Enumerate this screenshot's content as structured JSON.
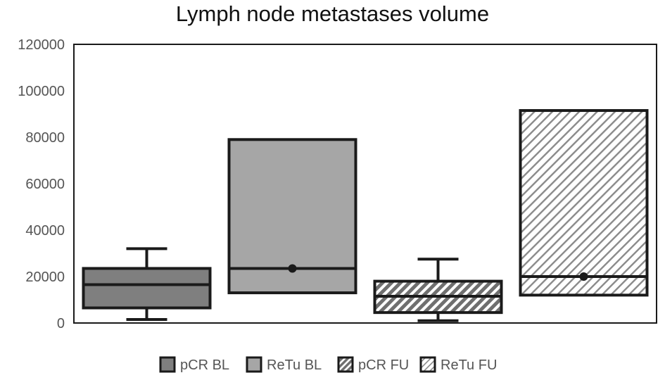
{
  "chart_data": {
    "type": "boxplot",
    "title": "Lymph node metastases volume",
    "xlabel": "",
    "ylabel": "",
    "ylim": [
      0,
      120000
    ],
    "yticks": [
      0,
      20000,
      40000,
      60000,
      80000,
      100000,
      120000
    ],
    "grid": false,
    "legend_placement": "bottom",
    "series": [
      {
        "name": "pCR BL",
        "fill": "#7f7f7f",
        "pattern": "solid",
        "whisker_low": 1500,
        "q1": 6500,
        "median": 16500,
        "q3": 23500,
        "whisker_high": 32000,
        "mean": null
      },
      {
        "name": "ReTu BL",
        "fill": "#a6a6a6",
        "pattern": "solid",
        "whisker_low": null,
        "q1": 13000,
        "median": 23500,
        "q3": 79000,
        "whisker_high": null,
        "mean": 23500
      },
      {
        "name": "pCR FU",
        "fill": "#7f7f7f",
        "pattern": "hatched",
        "whisker_low": 1000,
        "q1": 4500,
        "median": 11500,
        "q3": 18000,
        "whisker_high": 27500,
        "mean": null
      },
      {
        "name": "ReTu FU",
        "fill": "#ffffff",
        "pattern": "hatched",
        "whisker_low": null,
        "q1": 12000,
        "median": 20000,
        "q3": 91500,
        "whisker_high": null,
        "mean": 20000
      }
    ]
  }
}
